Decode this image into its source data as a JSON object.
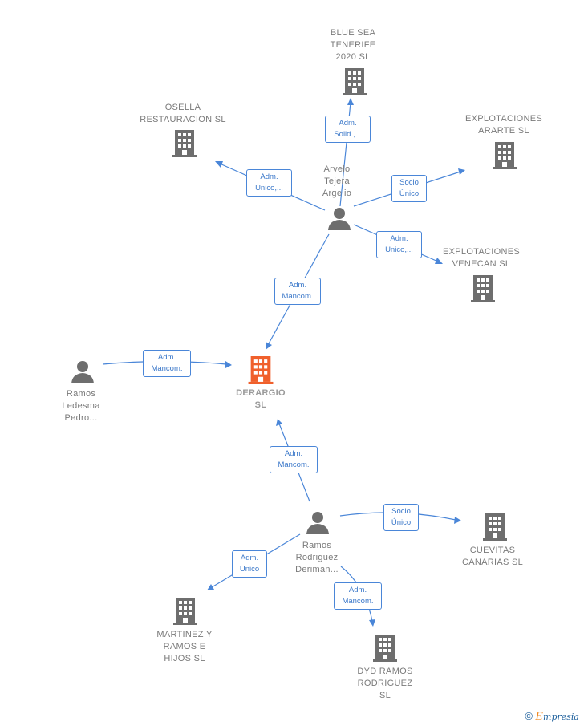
{
  "colors": {
    "edge": "#4a86d8",
    "icon": "#6e6e6e",
    "focus_icon": "#f0602c"
  },
  "nodes": {
    "blue_sea": "BLUE SEA\nTENERIFE\n2020  SL",
    "osella": "OSELLA\nRESTAURACION SL",
    "ararte": "EXPLOTACIONES\nARARTE  SL",
    "arvelo": "Arvelo\nTejera\nArgelio",
    "venecan": "EXPLOTACIONES\nVENECAN  SL",
    "ramos_ledesma": "Ramos\nLedesma\nPedro...",
    "derargio": "DERARGIO\nSL",
    "ramos_rodriguez": "Ramos\nRodriguez\nDeriman...",
    "cuevitas": "CUEVITAS\nCANARIAS  SL",
    "martinez": "MARTINEZ Y\nRAMOS E\nHIJOS SL",
    "dyd": "DYD RAMOS\nRODRIGUEZ\nSL"
  },
  "edges": {
    "arvelo_blue_sea": "Adm.\nSolid.,...",
    "arvelo_osella": "Adm.\nUnico,...",
    "arvelo_ararte": "Socio\nÚnico",
    "arvelo_venecan": "Adm.\nUnico,...",
    "arvelo_derargio": "Adm.\nMancom.",
    "ramos_ledesma_derargio": "Adm.\nMancom.",
    "ramos_rodriguez_derargio": "Adm.\nMancom.",
    "ramos_rodriguez_cuevitas": "Socio\nÚnico",
    "ramos_rodriguez_martinez": "Adm.\nUnico",
    "ramos_rodriguez_dyd": "Adm.\nMancom."
  },
  "footer": {
    "copyright": "©",
    "brand_initial": "E",
    "brand_rest": "mpresia"
  }
}
